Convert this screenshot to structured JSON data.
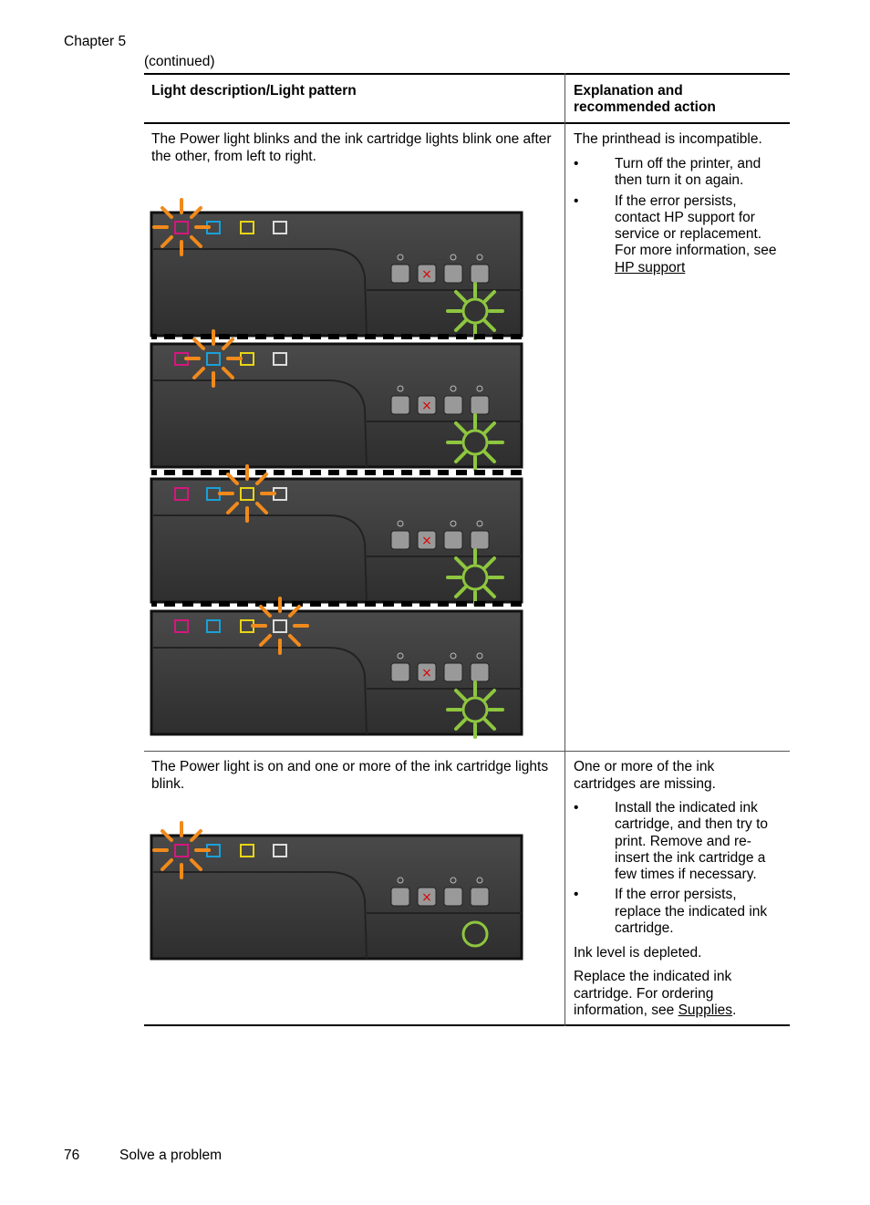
{
  "header": {
    "chapter": "Chapter 5",
    "continued": "(continued)"
  },
  "table": {
    "col1_header": "Light description/Light pattern",
    "col2_header": "Explanation and recommended action",
    "rows": [
      {
        "description": "The Power light blinks and the ink cartridge lights blink one after the other, from left to right.",
        "explanation": "The printhead is incompatible.",
        "bullets": [
          {
            "text": "Turn off the printer, and then turn it on again."
          },
          {
            "text": "If the error persists, contact HP support for service or replacement. For more information, see ",
            "link": "HP support"
          }
        ]
      },
      {
        "description": "The Power light is on and one or more of the ink cartridge lights blink.",
        "explanation": "One or more of the ink cartridges are missing.",
        "bullets": [
          {
            "text": "Install the indicated ink cartridge, and then try to print. Remove and re-insert the ink cartridge a few times if necessary."
          },
          {
            "text": "If the error persists, replace the indicated ink cartridge."
          }
        ],
        "extra1": "Ink level is depleted.",
        "extra2_text": "Replace the indicated ink cartridge. For ordering information, see ",
        "extra2_link": "Supplies",
        "extra2_end": "."
      }
    ]
  },
  "bullet_glyph": "•",
  "colors": {
    "magenta": "#d6167f",
    "cyan": "#1aa0d8",
    "yellow": "#e8d418",
    "blink": "#f08a1c",
    "power_green": "#8ec63f",
    "panel": "#3a3a3a"
  },
  "footer": {
    "page_number": "76",
    "section": "Solve a problem"
  }
}
